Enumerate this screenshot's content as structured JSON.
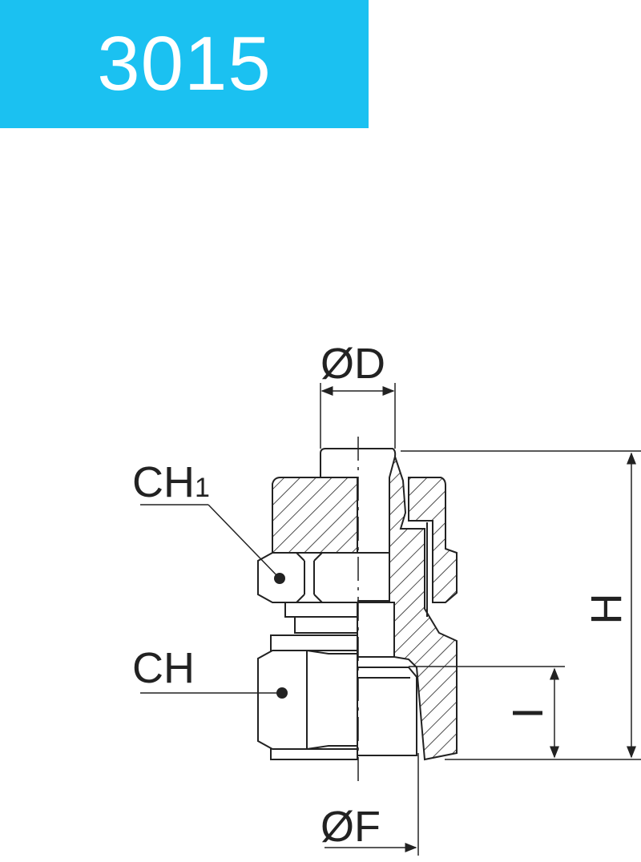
{
  "header": {
    "title": "3015",
    "accent_color": "#1bc1f1"
  },
  "diagram": {
    "labels": {
      "od": "ØD",
      "ch1": "CH",
      "ch1_sub": "1",
      "ch": "CH",
      "h": "H",
      "i": "I",
      "of": "ØF"
    }
  }
}
